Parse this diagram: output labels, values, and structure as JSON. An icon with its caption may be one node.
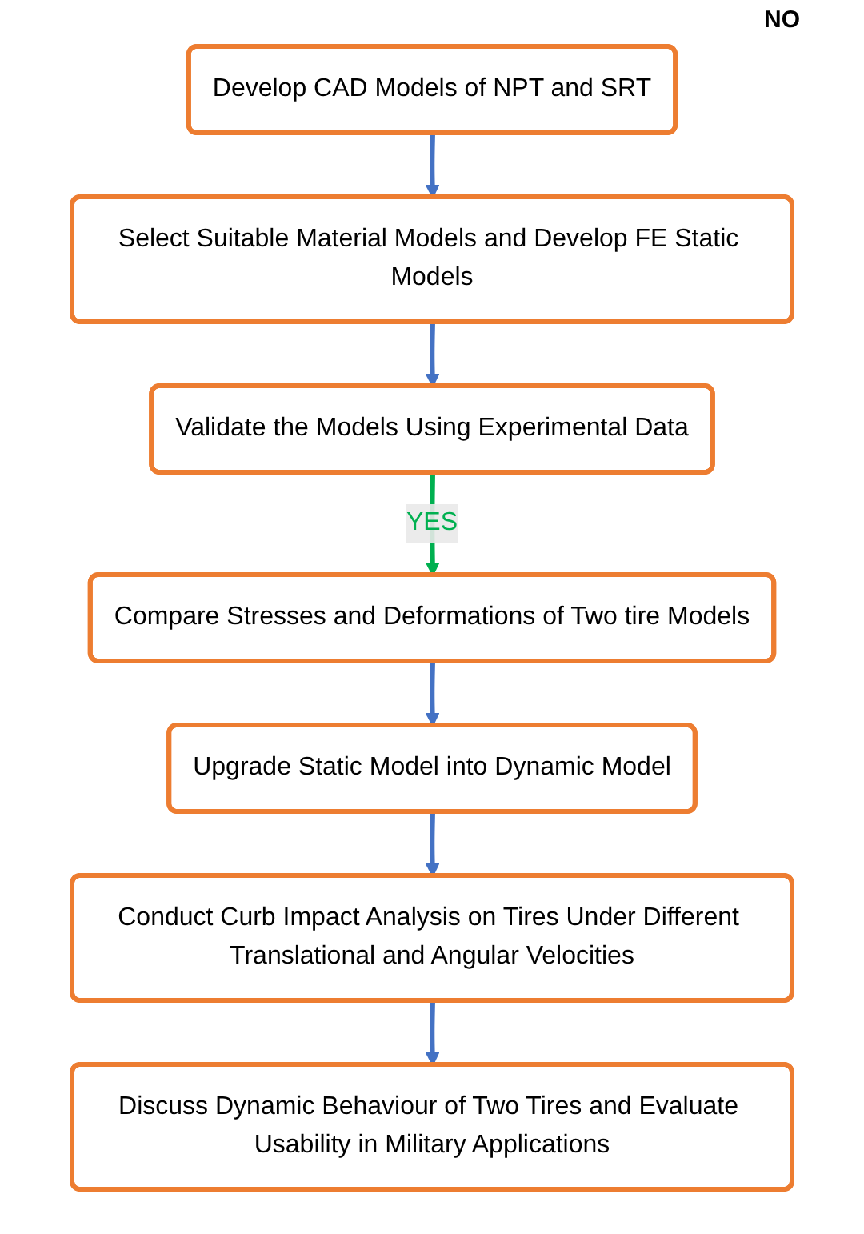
{
  "diagram": {
    "nodes": [
      {
        "text": [
          "Develop CAD Models of NPT and SRT"
        ]
      },
      {
        "text": [
          "Select Suitable Material Models and Develop FE Static Models"
        ]
      },
      {
        "text": [
          "Validate the Models Using Experimental Data"
        ]
      },
      {
        "text": [
          "Compare Stresses and Deformations of Two tire Models"
        ]
      },
      {
        "text": [
          "Upgrade Static Model into Dynamic Model"
        ]
      },
      {
        "text": [
          "Conduct Curb Impact Analysis on Tires Under Different Translational and Angular Velocities"
        ]
      },
      {
        "text": [
          "Discuss Dynamic Behaviour of Two Tires and Evaluate Usability in Military Applications"
        ]
      }
    ],
    "edges": [
      {
        "from": 0,
        "to": 1,
        "arrow": "to"
      },
      {
        "from": 1,
        "to": 2,
        "arrow": "to"
      },
      {
        "from": 2,
        "to": 3,
        "arrow": "to",
        "label": "YES",
        "color": "#00b050"
      },
      {
        "from": 3,
        "to": 4,
        "arrow": "to"
      },
      {
        "from": 4,
        "to": 5,
        "arrow": "to"
      },
      {
        "from": 5,
        "to": 6,
        "arrow": "to"
      }
    ],
    "labels": [
      "NO"
    ]
  }
}
